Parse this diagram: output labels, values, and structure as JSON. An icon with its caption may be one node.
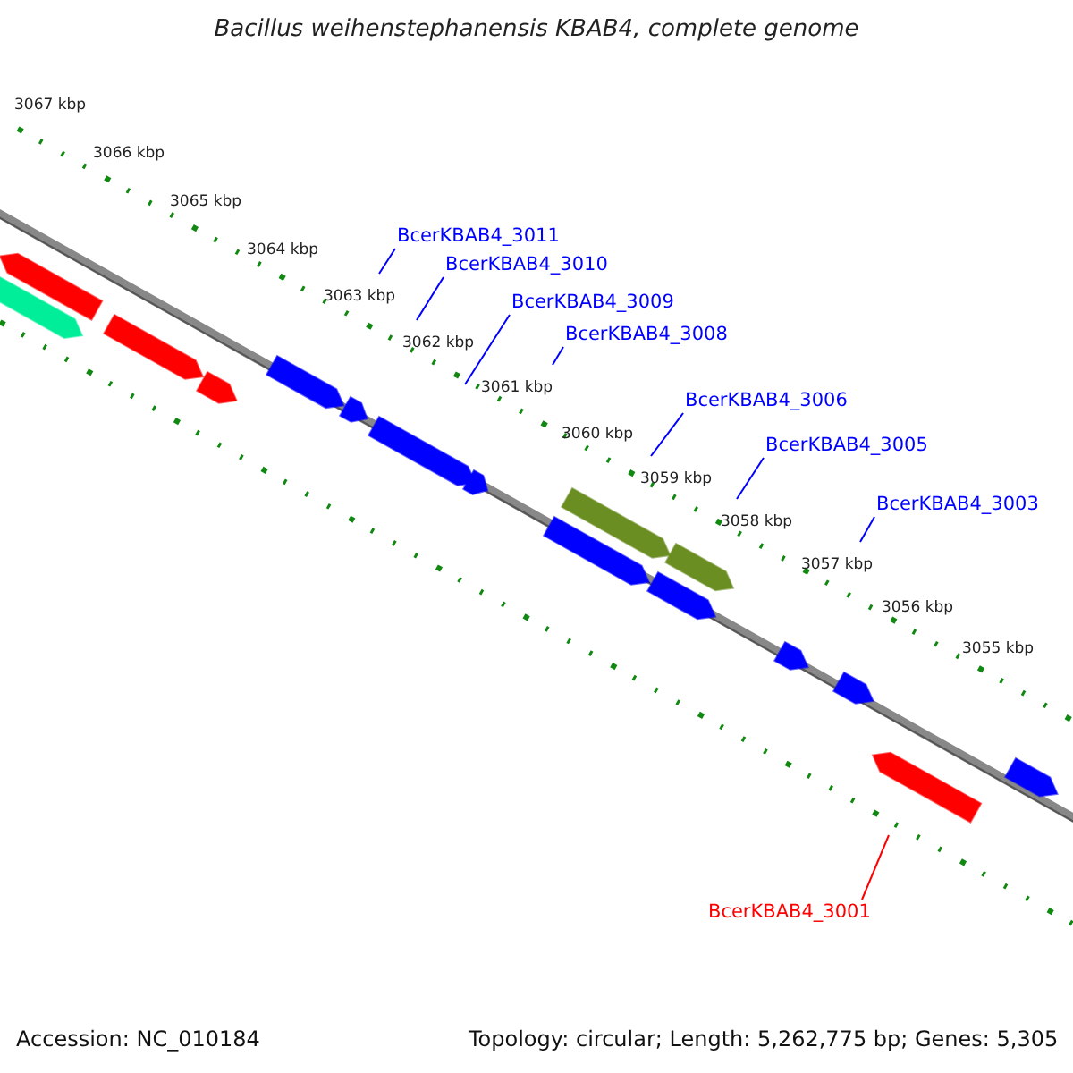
{
  "diagram": {
    "title": "Bacillus weihenstephanensis KBAB4, complete genome",
    "nodes": [
      {
        "text": [
          "BcerKBAB4_3011"
        ]
      },
      {
        "text": [
          "BcerKBAB4_3010"
        ]
      },
      {
        "text": [
          "BcerKBAB4_3009"
        ]
      },
      {
        "text": [
          "BcerKBAB4_3008"
        ]
      },
      {
        "text": [
          "BcerKBAB4_3006"
        ]
      },
      {
        "text": [
          "BcerKBAB4_3005"
        ]
      },
      {
        "text": [
          "BcerKBAB4_3003"
        ]
      },
      {
        "text": [
          "BcerKBAB4_3001"
        ]
      }
    ],
    "edges": [
      {
        "from": 0,
        "to": null,
        "arrow": "none"
      },
      {
        "from": 1,
        "to": null,
        "arrow": "none"
      },
      {
        "from": 2,
        "to": null,
        "arrow": "none"
      },
      {
        "from": 3,
        "to": null,
        "arrow": "none"
      },
      {
        "from": 4,
        "to": null,
        "arrow": "none"
      },
      {
        "from": 5,
        "to": null,
        "arrow": "none"
      },
      {
        "from": 6,
        "to": null,
        "arrow": "none"
      },
      {
        "from": 7,
        "to": null,
        "arrow": "none",
        "color": "#ff0000"
      }
    ],
    "labels": [
      "3067 kbp",
      "3066 kbp",
      "3065 kbp",
      "3064 kbp",
      "3063 kbp",
      "3062 kbp",
      "3061 kbp",
      "3060 kbp",
      "3059 kbp",
      "3058 kbp",
      "3057 kbp",
      "3056 kbp",
      "3055 kbp",
      "Accession: NC_010184",
      "Topology: circular; Length: 5,262,775 bp; Genes: 5,305"
    ]
  }
}
